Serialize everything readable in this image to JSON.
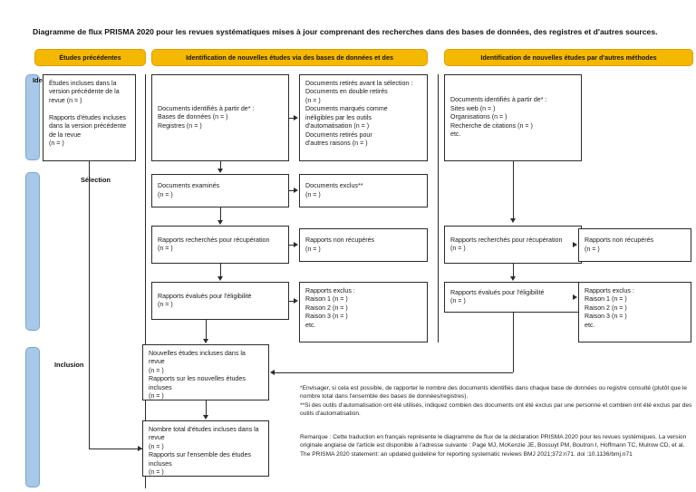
{
  "title": "Diagramme de flux PRISMA 2020 pour les revues systématiques mises à jour comprenant des recherches dans des bases de données, des registres et d'autres sources.",
  "headers": {
    "previous_studies": "Études précédentes",
    "new_studies_databases": "Identification de nouvelles études via des bases de données et des",
    "new_studies_other": "Identification de nouvelles études par d'autres méthodes"
  },
  "stages": [
    {
      "key": "identification",
      "label": "Identification"
    },
    {
      "key": "selection",
      "label": "Sélection"
    },
    {
      "key": "inclusion",
      "label": "Inclusion"
    }
  ],
  "boxes": {
    "previous_studies": "Études incluses dans la version précédente de la revue (n = )\n\nRapports d'études incluses dans la version précédente de la revue\n(n = )",
    "records_databases": "Documents identifiés à partir de* :\n     Bases de données (n = )\n     Registres (n = )",
    "records_removed": "Documents retirés avant la sélection :\n     Documents en double retirés\n     (n = )\n     Documents marqués comme\n     inéligibles par les outils\n     d'automatisation (n = )\n     Documents retirés pour\n     d'autres raisons (n = )",
    "records_screened": "Documents examinés\n(n = )",
    "records_excluded": "Documents exclus**\n(n = )",
    "reports_sought": "Rapports recherchés pour récupération\n(n = )",
    "reports_not_retrieved": "Rapports non récupérés\n(n = )",
    "reports_eligibility": "Rapports évalués pour l'éligibilité\n(n = )",
    "reports_excluded": "Rapports exclus :\n     Raison 1 (n = )\n     Raison 2 (n = )\n     Raison 3 (n = )\n     etc.",
    "new_studies_included": "Nouvelles études incluses dans la revue\n(n = )\nRapports sur les nouvelles études incluses\n(n = )",
    "total_studies_included": "Nombre total d'études incluses dans la revue\n(n = )\nRapports sur l'ensemble des études incluses\n(n = )",
    "records_other_sources": "Documents identifiés à partir de* :\n     Sites web (n = )\n     Organisations (n = )\n     Recherche de citations (n = )\n     etc.",
    "reports_sought_other": "Rapports recherchés pour récupération\n(n = )",
    "reports_not_retrieved_other": "Rapports non récupérés\n(n = )",
    "reports_eligibility_other": "Rapports évalués pour l'éligibilité\n(n = )",
    "reports_excluded_other": "Rapports exclus :\n     Raison 1 (n = )\n     Raison 2 (n = )\n     Raison 3 (n = )\n     etc."
  },
  "footnotes": {
    "asterisks": "*Envisager, si cela est possible, de rapporter le nombre des documents identifiés dans chaque base de données ou registre consulté (plutôt que le nombre total dans l'ensemble des bases de données/registres).\n**Si des outils d'automatisation ont été utilisés, indiquez combien des documents ont été exclus par une personne et combien ont été exclus par des outils d'automatisation.",
    "remark": "Remarque : Cette traduction en français représente le diagramme de flux de la déclaration PRISMA 2020 pour les revues systémiques. La version originale anglaise de l'article est disponible à l'adresse suivante : Page MJ, McKenzie JE, Bossuyt PM, Boutron I, Hoffmann TC, Mulrow CD, et al. The PRISMA 2020 statement: an updated guideline for reporting systematic reviews BMJ 2021;372:n71. doi :10.1136/bmj.n71"
  },
  "colors": {
    "header_bar": "#f5b800",
    "stage_bar": "#a8c8e8",
    "box_border": "#2b2b2b",
    "text": "#1a1a1a"
  }
}
